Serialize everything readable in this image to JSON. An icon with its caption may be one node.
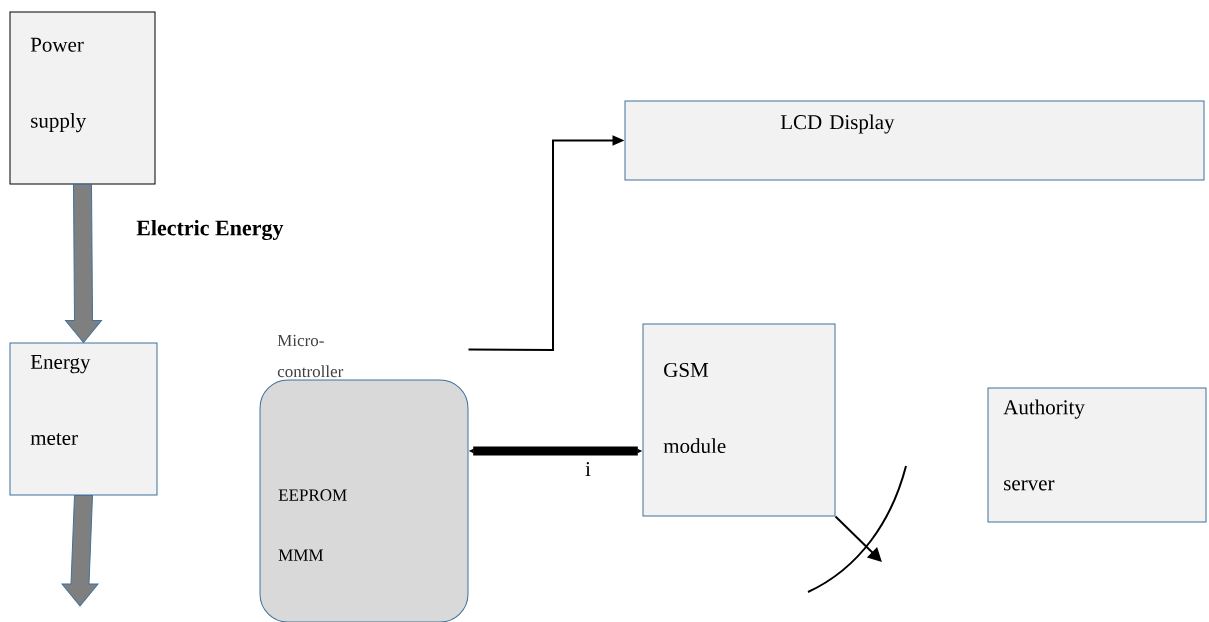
{
  "diagram": {
    "nodes": [
      {
        "text": [
          "Power supply"
        ]
      },
      {
        "text": [
          "Energy meter"
        ]
      },
      {
        "text": [
          "Micro- controller",
          "EEPROM MMM"
        ]
      },
      {
        "text": [
          "LCD Display"
        ]
      },
      {
        "text": [
          "GSM module"
        ]
      },
      {
        "text": [
          "Authority server"
        ]
      }
    ],
    "edges": [
      {
        "from": 0,
        "to": 1,
        "arrow": "to",
        "label": "Electric Energy",
        "color": "#7f7f7f"
      },
      {
        "from": 1,
        "to": null,
        "arrow": "to",
        "color": "#7f7f7f"
      },
      {
        "from": 2,
        "to": 3,
        "arrow": "to",
        "color": "#000000"
      },
      {
        "from": 2,
        "to": 4,
        "arrow": "both",
        "label": "i",
        "style": "thick",
        "color": "#000000"
      },
      {
        "from": 4,
        "to": null,
        "arrow": "to",
        "color": "#000000"
      }
    ]
  }
}
